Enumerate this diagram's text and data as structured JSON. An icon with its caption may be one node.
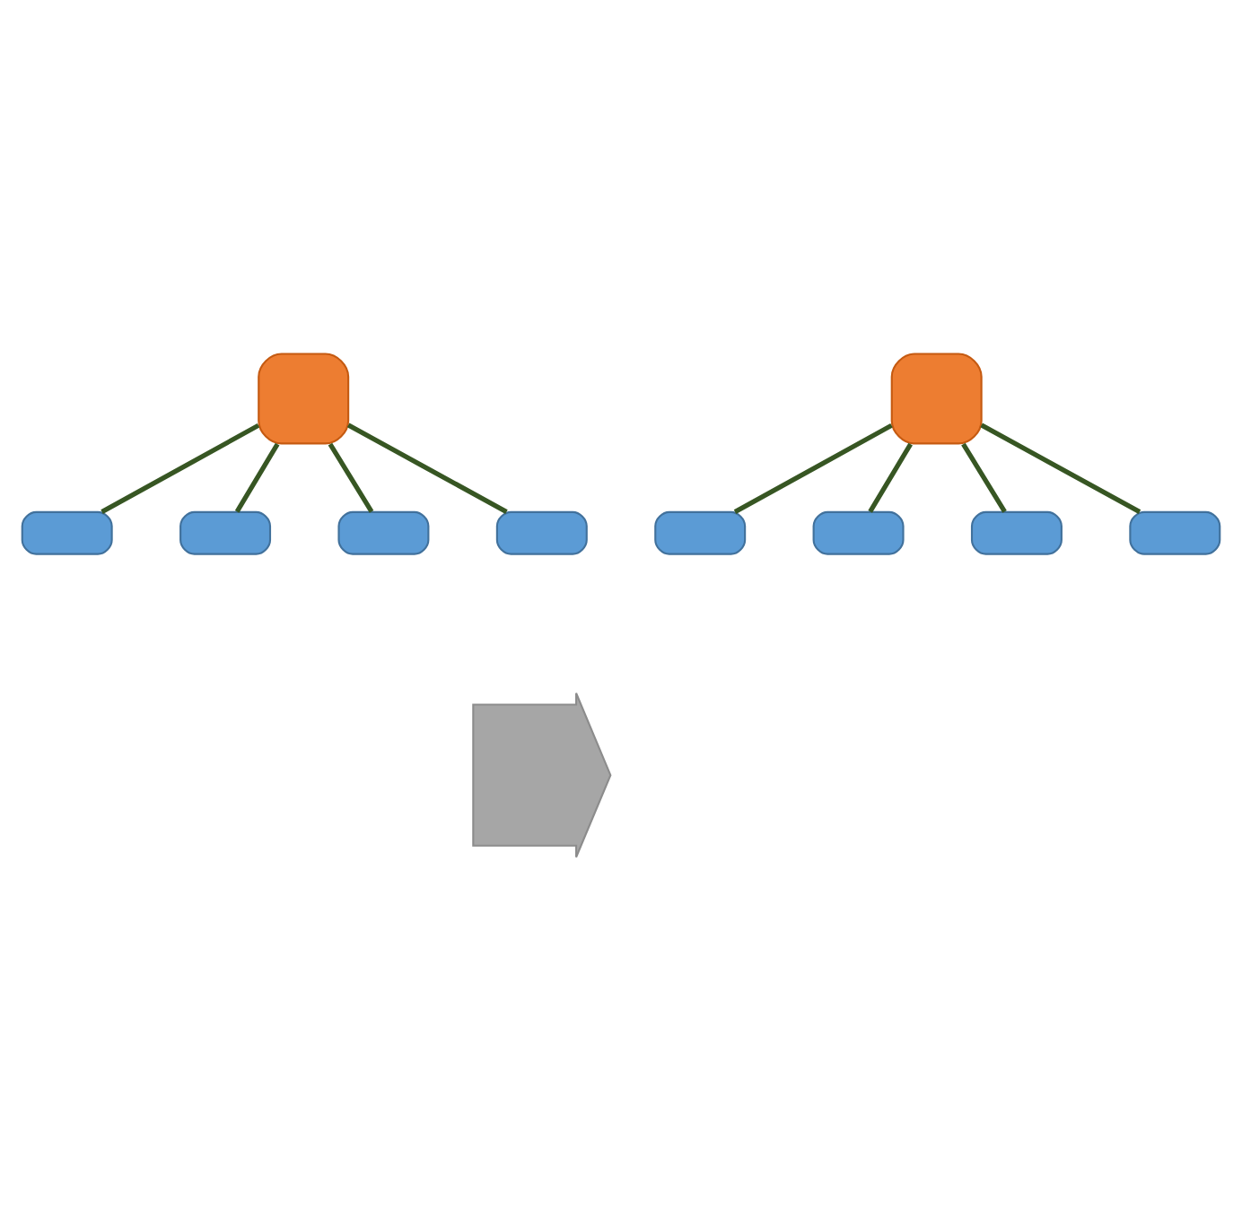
{
  "diagram": {
    "nodes": [
      {
        "text": [],
        "shape": "square"
      },
      {
        "text": [],
        "shape": "bar"
      },
      {
        "text": [],
        "shape": "bar"
      },
      {
        "text": [],
        "shape": "bar"
      },
      {
        "text": [],
        "shape": "bar"
      },
      {
        "text": [],
        "shape": "arrow"
      },
      {
        "text": [],
        "shape": "square"
      },
      {
        "text": [],
        "shape": "bar"
      },
      {
        "text": [],
        "shape": "bar"
      },
      {
        "text": [],
        "shape": "bar"
      },
      {
        "text": [],
        "shape": "bar"
      }
    ],
    "edges": [
      {
        "from": 0,
        "to": 1,
        "arrow": "none"
      },
      {
        "from": 0,
        "to": 2,
        "arrow": "none"
      },
      {
        "from": 0,
        "to": 3,
        "arrow": "none"
      },
      {
        "from": 0,
        "to": 4,
        "arrow": "none"
      },
      {
        "from": 6,
        "to": 7,
        "arrow": "none"
      },
      {
        "from": 6,
        "to": 8,
        "arrow": "none"
      },
      {
        "from": 6,
        "to": 9,
        "arrow": "none"
      },
      {
        "from": 6,
        "to": 10,
        "arrow": "none"
      }
    ]
  }
}
